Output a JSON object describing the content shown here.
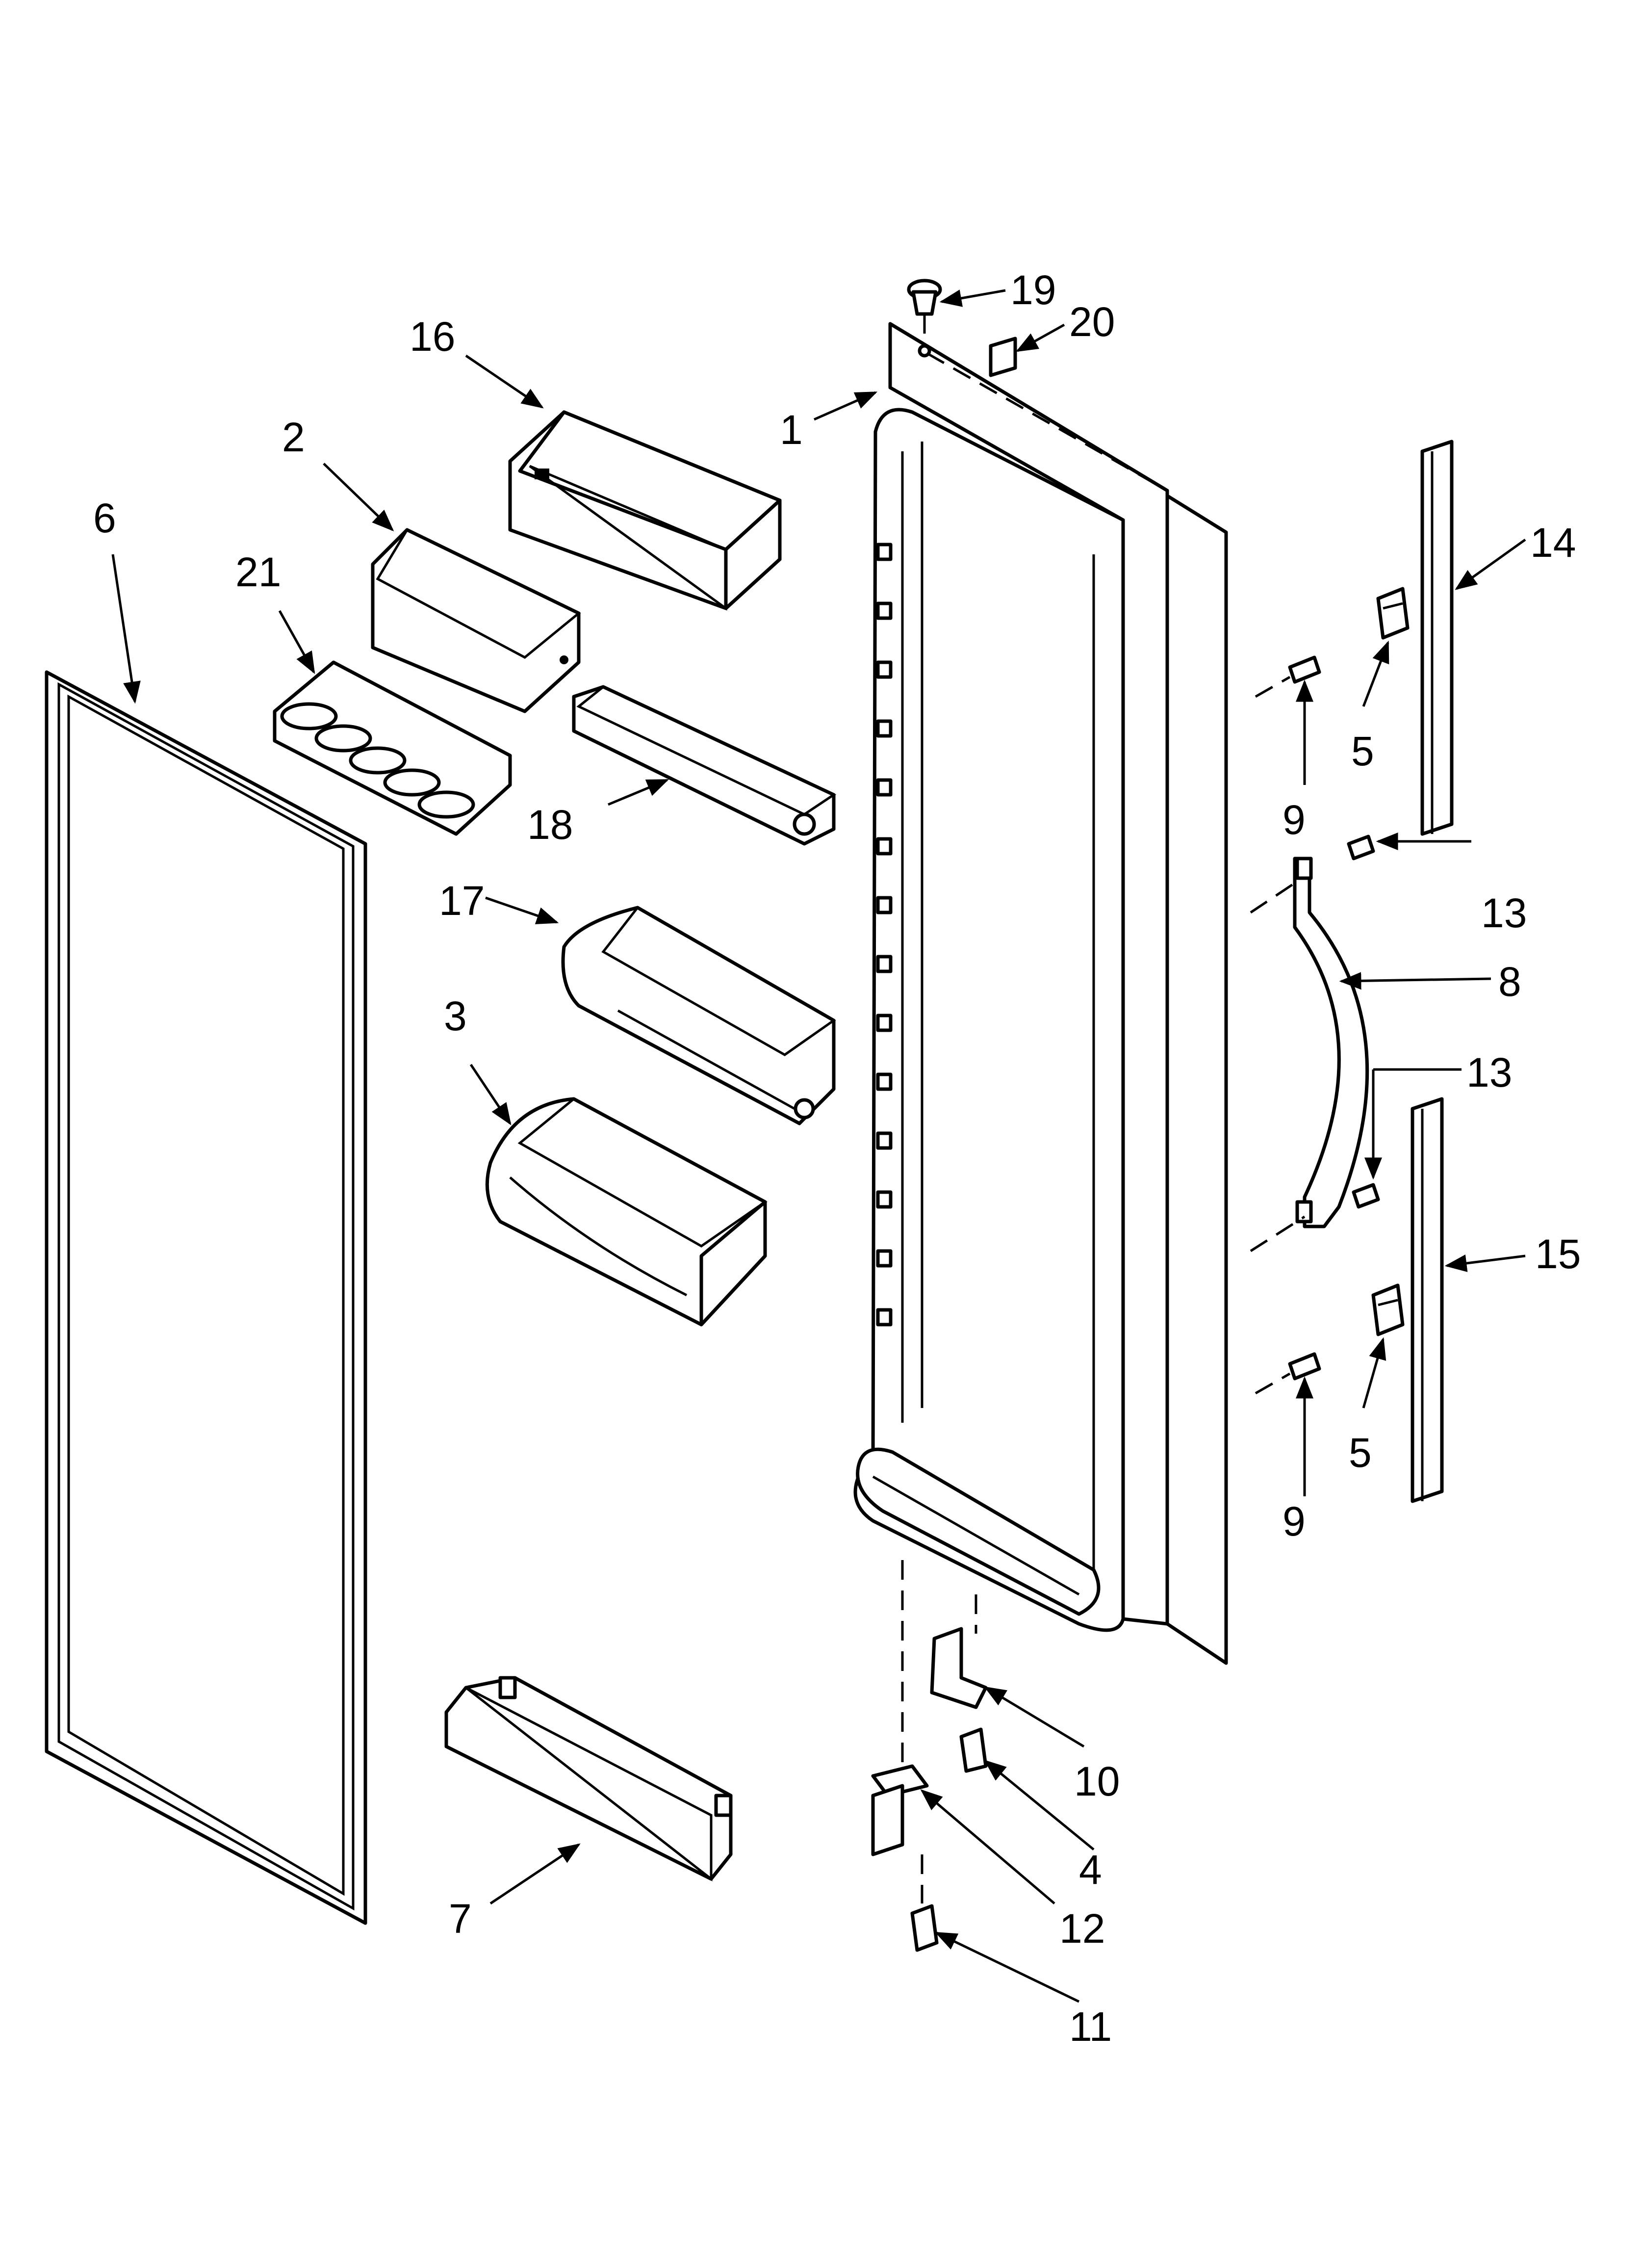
{
  "diagram": {
    "callouts": {
      "c1": "1",
      "c2": "2",
      "c3": "3",
      "c4": "4",
      "c5a": "5",
      "c5b": "5",
      "c6": "6",
      "c7": "7",
      "c8": "8",
      "c9a": "9",
      "c9b": "9",
      "c10": "10",
      "c11": "11",
      "c12": "12",
      "c13a": "13",
      "c13b": "13",
      "c14": "14",
      "c15": "15",
      "c16": "16",
      "c17": "17",
      "c18": "18",
      "c19": "19",
      "c20": "20",
      "c21": "21"
    }
  }
}
